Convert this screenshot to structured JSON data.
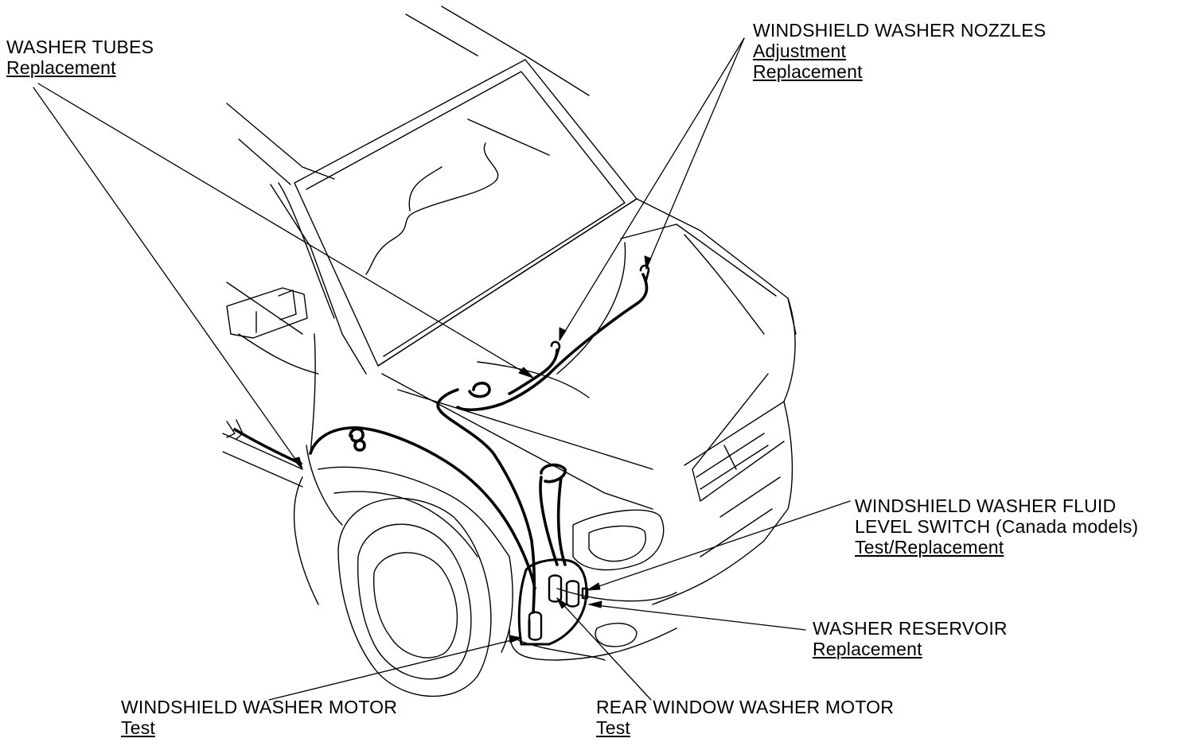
{
  "callouts": {
    "washer_tubes": {
      "title": "WASHER TUBES",
      "links": [
        "Replacement"
      ]
    },
    "washer_nozzles": {
      "title": "WINDSHIELD WASHER NOZZLES",
      "links": [
        "Adjustment",
        "Replacement"
      ]
    },
    "fluid_level_switch": {
      "title_line1": "WINDSHIELD WASHER FLUID",
      "title_line2": "LEVEL SWITCH (Canada models)",
      "links": [
        "Test/Replacement"
      ]
    },
    "washer_reservoir": {
      "title": "WASHER RESERVOIR",
      "links": [
        "Replacement"
      ]
    },
    "windshield_washer_motor": {
      "title": "WINDSHIELD WASHER MOTOR",
      "links": [
        "Test"
      ]
    },
    "rear_window_washer_motor": {
      "title": "REAR WINDOW WASHER MOTOR",
      "links": [
        "Test"
      ]
    }
  },
  "colors": {
    "ink": "#000000",
    "background": "#ffffff"
  }
}
